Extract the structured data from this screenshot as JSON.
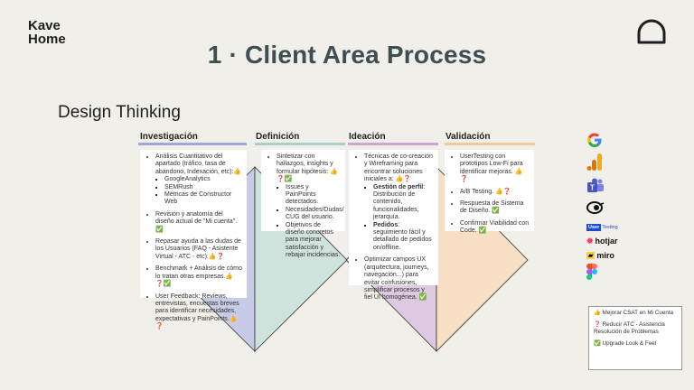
{
  "brand": {
    "line1": "Kave",
    "line2": "Home"
  },
  "title": "1 · Client Area Process",
  "subtitle": "Design Thinking",
  "phases": [
    {
      "name": "Investigación",
      "color": "#9ea8d6"
    },
    {
      "name": "Definición",
      "color": "#a8d0c4"
    },
    {
      "name": "Ideación",
      "color": "#c9a7cf"
    },
    {
      "name": "Validación",
      "color": "#f4c99a"
    }
  ],
  "cards": {
    "investigacion": {
      "items": [
        "Análisis Cuantitativo del apartado (tráfico, tasa de abandono, Indexación, etc):👍",
        "Revisión y anatomía del diseño actual de \"Mi cuenta\". ✅",
        "Repasar ayuda a las dudas de los Usuarios (FAQ - Asistente Virtual - ATC - etc).👍❓",
        "Benchmark + Análisis de cómo lo tratan otras empresas.👍❓✅",
        "User Feedback: Reviews, entrevistas, encuestas breves para identificar necesidades, expectativas y PainPoints.👍❓"
      ],
      "subitems": [
        "GoogleAnalytics",
        "SEMRush",
        "Métricas de Constructor Web"
      ]
    },
    "definicion": {
      "items": [
        "Sintetizar con hallazgos, insights y formular hipótesis: 👍❓✅",
        "Necesidades/Dudas/ CUG del usuario.",
        "Objetivos de diseño concretos para mejorar satisfacción y rebajar incidencias."
      ],
      "subitems": [
        "Issues y PainPoints detectados."
      ]
    },
    "ideacion": {
      "intro": "Técnicas de co-creación y Wireframing para encontrar soluciones iniciales a: 👍❓",
      "gestion_label": "Gestión de perfil",
      "gestion_text": ": Distribución de contenido, funcionalidades, jerarquía.",
      "pedidos_label": "Pedidos",
      "pedidos_text": ": seguimiento fácil y detallado de pedidos on/offline.",
      "item2": "Optimizar campos UX (arquitectura, journeys, navegación...) para evitar confusiones, simplificar procesos y fiel UI homogénea. ✅"
    },
    "validacion": {
      "items": [
        "UserTesting con prototipos Low-Fi para identificar mejoras. 👍❓",
        "A/B Testing. 👍❓",
        "Respuesta de Sistema de Diseño. ✅",
        "Confirmar Viabilidad con Code. ✅"
      ]
    }
  },
  "tools": [
    {
      "icon": "google-icon"
    },
    {
      "icon": "analytics-icon"
    },
    {
      "icon": "teams-icon"
    },
    {
      "icon": "semrush-icon"
    },
    {
      "icon": "usertesting-icon",
      "label_a": "User",
      "label_b": "Testing"
    },
    {
      "icon": "hotjar-icon",
      "label": "hotjar"
    },
    {
      "icon": "miro-icon",
      "label": "miro"
    },
    {
      "icon": "figma-icon"
    }
  ],
  "legend": {
    "item1": "👍 Mejorar CSAT en Mi Cuenta",
    "item2": "❓ Reducir ATC - Asistencia Resolución de Problemas",
    "item3": "✅ Upgrade Look & Feel"
  }
}
